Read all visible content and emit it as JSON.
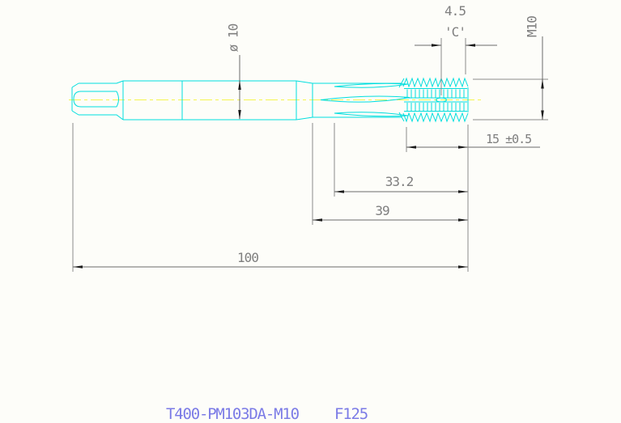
{
  "drawing": {
    "type": "machine-tap-technical-drawing",
    "dimensions": {
      "shank_diameter": "ø 10",
      "chamfer_length": "4.5",
      "chamfer_label": "'C'",
      "thread_size": "M10",
      "thread_length": "15 ±0.5",
      "flute_length": "33.2",
      "working_length": "39",
      "overall_length": "100"
    },
    "footer": {
      "part_number": "T400-PM103DA-M10",
      "order_code": "F125"
    },
    "colors": {
      "geometry": "#00dede",
      "centerline": "#f5f54e",
      "dimension_lines": "#6a6a6a",
      "dimension_text": "#7e7e7e",
      "arrowheads": "#1b1b1b",
      "footer_text": "#7b7be6",
      "background": "#fdfdf9"
    }
  }
}
